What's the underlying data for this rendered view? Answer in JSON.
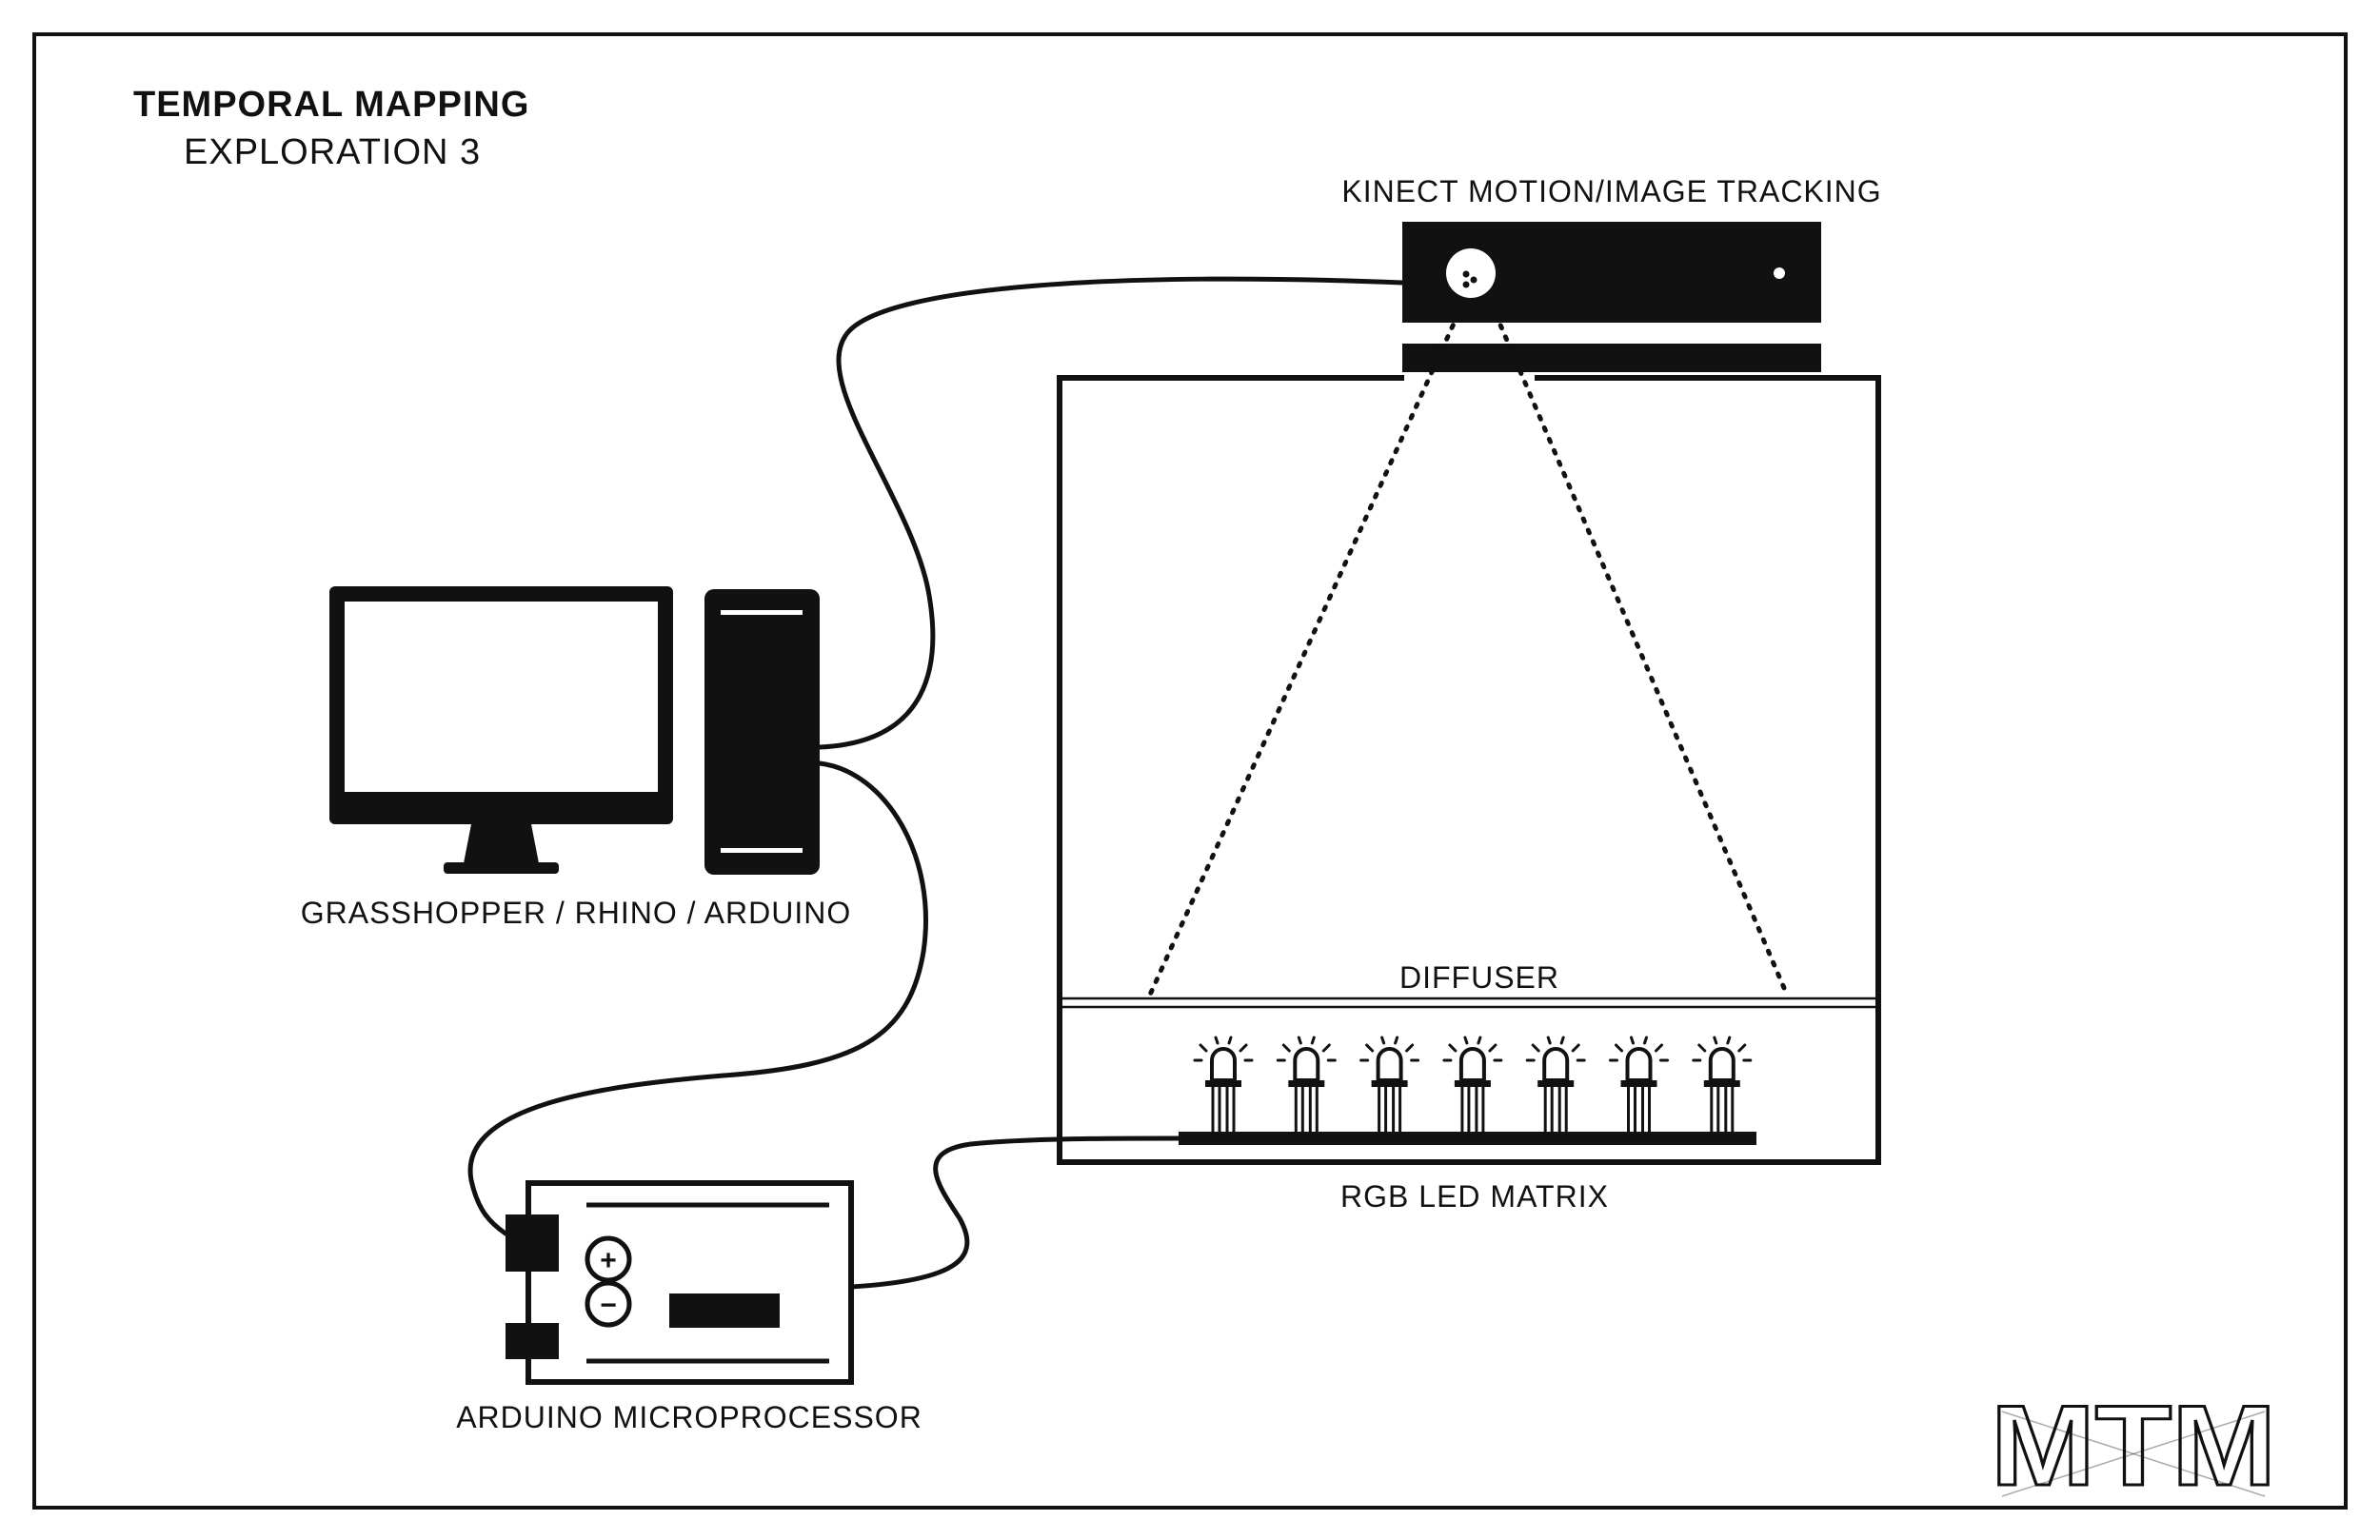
{
  "title": {
    "main": "TEMPORAL MAPPING",
    "sub": "EXPLORATION 3"
  },
  "labels": {
    "kinect": "KINECT MOTION/IMAGE TRACKING",
    "computer": "GRASSHOPPER / RHINO / ARDUINO",
    "diffuser": "DIFFUSER",
    "led_matrix": "RGB LED MATRIX",
    "arduino": "ARDUINO MICROPROCESSOR"
  },
  "arduino_board": {
    "plus_symbol": "+",
    "minus_symbol": "−"
  },
  "logo": {
    "text": "MTM"
  },
  "led_count": 7,
  "colors": {
    "ink": "#111111",
    "background": "#ffffff"
  }
}
